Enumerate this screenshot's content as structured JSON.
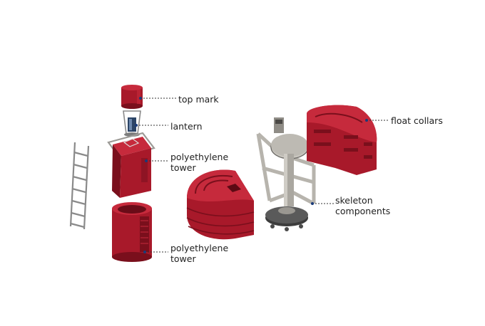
{
  "labels": {
    "top_mark": "top mark",
    "lantern": "lantern",
    "tower_upper": "polyethylene tower",
    "tower_lower": "polyethylene tower",
    "float_collars": "float collars",
    "skeleton": "skeleton components"
  },
  "colors": {
    "red": "#a8192a",
    "red_dark": "#7a0f1c",
    "red_light": "#c62a3c",
    "steel": "#b7b4ad",
    "steel_dark": "#6e6c68",
    "ladder": "#8a8a8a",
    "leader": "#333333"
  }
}
